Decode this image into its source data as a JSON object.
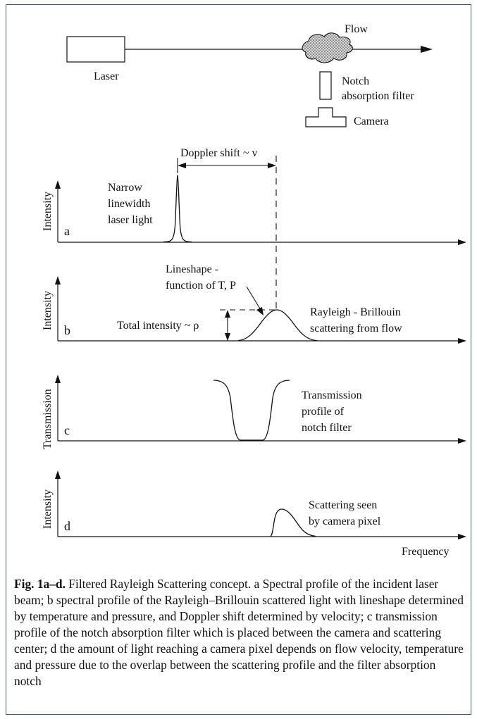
{
  "setup": {
    "laser_label": "Laser",
    "flow_label": "Flow",
    "filter_label_line1": "Notch",
    "filter_label_line2": "absorption filter",
    "camera_label": "Camera"
  },
  "panel_a": {
    "letter": "a",
    "y_axis_label": "Intensity",
    "laser_text_line1": "Narrow",
    "laser_text_line2": "linewidth",
    "laser_text_line3": "laser light",
    "doppler_label": "Doppler shift ~ v"
  },
  "panel_b": {
    "letter": "b",
    "y_axis_label": "Intensity",
    "lineshape_line1": "Lineshape -",
    "lineshape_line2": "function of T, P",
    "total_intensity_label": "Total intensity ~ ρ",
    "rb_line1": "Rayleigh - Brillouin",
    "rb_line2": "scattering from flow"
  },
  "panel_c": {
    "letter": "c",
    "y_axis_label": "Transmission",
    "text_line1": "Transmission",
    "text_line2": "profile of",
    "text_line3": "notch filter"
  },
  "panel_d": {
    "letter": "d",
    "y_axis_label": "Intensity",
    "text_line1": "Scattering seen",
    "text_line2": "by camera pixel",
    "x_axis_label": "Frequency"
  },
  "caption": {
    "fig_label": "Fig. 1a–d.",
    "text": "Filtered Rayleigh Scattering concept. a Spectral profile of the incident laser beam; b spectral profile of the Rayleigh–Brillouin scattered light with lineshape determined by temperature and pressure, and Doppler shift determined by velocity; c transmission profile of the notch absorption filter which is placed between the camera and scattering center; d the amount of light reaching a camera pixel depends on flow velocity, temperature and pressure due to the overlap between the scattering profile and the filter absorption notch"
  }
}
